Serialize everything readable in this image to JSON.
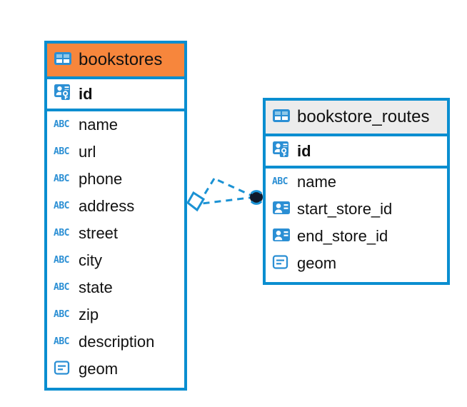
{
  "diagram": {
    "type": "entity-relationship-diagram",
    "background": "#ffffff",
    "colors": {
      "border": "#0a8ed0",
      "header_highlight": "#f7863c",
      "header_default": "#ececec",
      "icon_blue": "#2b8fd4",
      "icon_light_blue": "#8fc8e8",
      "text": "#111111",
      "connector": "#1b92d4",
      "connector_endpoint": "#101a2b"
    },
    "entities": [
      {
        "name": "bookstores",
        "title": "bookstores",
        "header_icon": "table-icon",
        "header_style": "highlight",
        "primary_key": {
          "label": "id",
          "icon": "primary-key-icon",
          "type": "integer"
        },
        "fields": [
          {
            "label": "name",
            "icon": "string-type-icon",
            "icon_text": "ABC"
          },
          {
            "label": "url",
            "icon": "string-type-icon",
            "icon_text": "ABC"
          },
          {
            "label": "phone",
            "icon": "string-type-icon",
            "icon_text": "ABC"
          },
          {
            "label": "address",
            "icon": "string-type-icon",
            "icon_text": "ABC"
          },
          {
            "label": "street",
            "icon": "string-type-icon",
            "icon_text": "ABC"
          },
          {
            "label": "city",
            "icon": "string-type-icon",
            "icon_text": "ABC"
          },
          {
            "label": "state",
            "icon": "string-type-icon",
            "icon_text": "ABC"
          },
          {
            "label": "zip",
            "icon": "string-type-icon",
            "icon_text": "ABC"
          },
          {
            "label": "description",
            "icon": "string-type-icon",
            "icon_text": "ABC"
          },
          {
            "label": "geom",
            "icon": "geometry-type-icon",
            "icon_text": ""
          }
        ]
      },
      {
        "name": "bookstore_routes",
        "title": "bookstore_routes",
        "header_icon": "table-icon",
        "header_style": "default",
        "primary_key": {
          "label": "id",
          "icon": "primary-key-icon",
          "type": "integer"
        },
        "fields": [
          {
            "label": "name",
            "icon": "string-type-icon",
            "icon_text": "ABC"
          },
          {
            "label": "start_store_id",
            "icon": "foreign-key-icon",
            "icon_text": ""
          },
          {
            "label": "end_store_id",
            "icon": "foreign-key-icon",
            "icon_text": ""
          },
          {
            "label": "geom",
            "icon": "geometry-type-icon",
            "icon_text": ""
          }
        ]
      }
    ],
    "relationship": {
      "from": "bookstores",
      "to": "bookstore_routes",
      "style": "dashed",
      "source_marker": "diamond-outline",
      "target_marker": "filled-circle"
    }
  }
}
